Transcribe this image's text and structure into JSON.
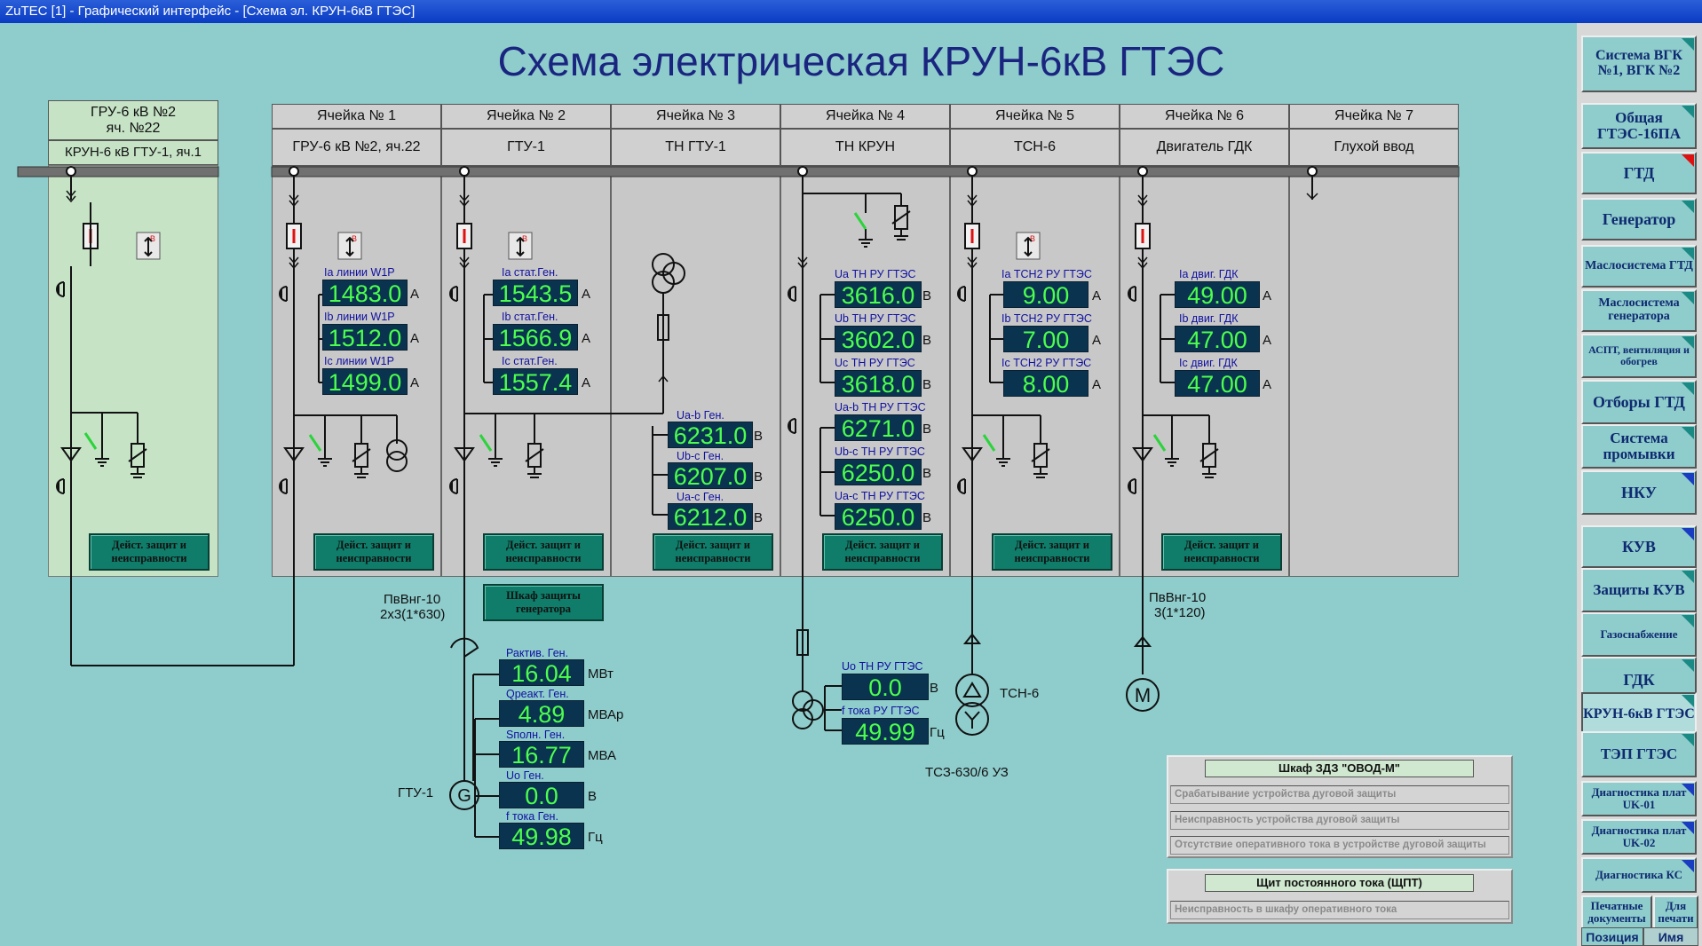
{
  "window": {
    "title": "ZuTEC [1] - Графический интерфейс - [Схема эл. КРУН-6кВ ГТЭС]"
  },
  "main_title": "Схема электрическая КРУН-6кВ ГТЭС",
  "left_cell": {
    "line1": "ГРУ-6 кВ №2",
    "line2": "яч. №22",
    "subtitle": "КРУН-6 кВ ГТУ-1, яч.1",
    "protect_button": "Дейст. защит и неисправности"
  },
  "cells": [
    {
      "header": "Ячейка № 1",
      "name": "ГРУ-6 кВ №2, яч.22"
    },
    {
      "header": "Ячейка № 2",
      "name": "ГТУ-1"
    },
    {
      "header": "Ячейка № 3",
      "name": "ТН ГТУ-1"
    },
    {
      "header": "Ячейка № 4",
      "name": "ТН КРУН"
    },
    {
      "header": "Ячейка № 5",
      "name": "ТСН-6"
    },
    {
      "header": "Ячейка № 6",
      "name": "Двигатель ГДК"
    },
    {
      "header": "Ячейка № 7",
      "name": "Глухой ввод"
    }
  ],
  "protect_button_label": "Дейст. защит и неисправности",
  "gen_protect_button": "Шкаф защиты генератора",
  "cell1": {
    "values": [
      {
        "label": "Ia линии W1P",
        "value": "1483.0",
        "unit": "А"
      },
      {
        "label": "Ib линии W1P",
        "value": "1512.0",
        "unit": "А"
      },
      {
        "label": "Ic линии W1P",
        "value": "1499.0",
        "unit": "А"
      }
    ]
  },
  "cell2": {
    "values": [
      {
        "label": "Ia стат.Ген.",
        "value": "1543.5",
        "unit": "А"
      },
      {
        "label": "Ib стат.Ген.",
        "value": "1566.9",
        "unit": "А"
      },
      {
        "label": "Ic стат.Ген.",
        "value": "1557.4",
        "unit": "А"
      }
    ]
  },
  "cell3": {
    "values": [
      {
        "label": "Ua-b Ген.",
        "value": "6231.0",
        "unit": "В"
      },
      {
        "label": "Ub-c Ген.",
        "value": "6207.0",
        "unit": "В"
      },
      {
        "label": "Ua-c Ген.",
        "value": "6212.0",
        "unit": "В"
      }
    ]
  },
  "cell4": {
    "values": [
      {
        "label": "Ua ТН РУ ГТЭС",
        "value": "3616.0",
        "unit": "В"
      },
      {
        "label": "Ub ТН РУ ГТЭС",
        "value": "3602.0",
        "unit": "В"
      },
      {
        "label": "Uc ТН РУ ГТЭС",
        "value": "3618.0",
        "unit": "В"
      },
      {
        "label": "Ua-b ТН РУ ГТЭС",
        "value": "6271.0",
        "unit": "В"
      },
      {
        "label": "Ub-c ТН РУ ГТЭС",
        "value": "6250.0",
        "unit": "В"
      },
      {
        "label": "Ua-c ТН РУ ГТЭС",
        "value": "6250.0",
        "unit": "В"
      }
    ]
  },
  "cell5": {
    "values": [
      {
        "label": "Ia ТСН2 РУ ГТЭС",
        "value": "9.00",
        "unit": "А"
      },
      {
        "label": "Ib ТСН2 РУ ГТЭС",
        "value": "7.00",
        "unit": "А"
      },
      {
        "label": "Ic ТСН2 РУ ГТЭС",
        "value": "8.00",
        "unit": "А"
      }
    ]
  },
  "cell6": {
    "values": [
      {
        "label": "Ia двиг. ГДК",
        "value": "49.00",
        "unit": "А"
      },
      {
        "label": "Ib двиг. ГДК",
        "value": "47.00",
        "unit": "А"
      },
      {
        "label": "Ic двиг. ГДК",
        "value": "47.00",
        "unit": "А"
      }
    ]
  },
  "generator": {
    "name": "ГТУ-1",
    "symbol": "G",
    "values": [
      {
        "label": "Рактив. Ген.",
        "value": "16.04",
        "unit": "МВт"
      },
      {
        "label": "Qреакт. Ген.",
        "value": "4.89",
        "unit": "МВАр"
      },
      {
        "label": "Sполн. Ген.",
        "value": "16.77",
        "unit": "МВА"
      },
      {
        "label": "Uo Ген.",
        "value": "0.0",
        "unit": "В"
      },
      {
        "label": "f тока Ген.",
        "value": "49.98",
        "unit": "Гц"
      }
    ]
  },
  "tn_ru": {
    "values": [
      {
        "label": "Uo ТН РУ ГТЭС",
        "value": "0.0",
        "unit": "В"
      },
      {
        "label": "f тока РУ ГТЭС",
        "value": "49.99",
        "unit": "Гц"
      }
    ]
  },
  "cable1": {
    "line1": "ПвВнг-10",
    "line2": "2х3(1*630)"
  },
  "cable2": {
    "line1": "ПвВнг-10",
    "line2": "3(1*120)"
  },
  "tsn": {
    "label": "ТСН-6",
    "type": "ТСЗ-630/6 УЗ"
  },
  "motor": {
    "symbol": "М"
  },
  "zdz": {
    "title": "Шкаф ЗДЗ \"ОВОД-М\"",
    "items": [
      "Срабатывание устройства дуговой защиты",
      "Неисправность устройства дуговой защиты",
      "Отсутствие оперативного тока в устройстве дуговой защиты"
    ]
  },
  "shpt": {
    "title": "Щит постоянного тока (ЩПТ)",
    "items": [
      "Неисправность в шкафу оперативного тока"
    ]
  },
  "nav": [
    {
      "label": "Система ВГК №1, ВГК №2",
      "marker": "teal"
    },
    {
      "label": "Общая ГТЭС-16ПА",
      "marker": "teal"
    },
    {
      "label": "ГТД",
      "marker": "red"
    },
    {
      "label": "Генератор",
      "marker": "teal"
    },
    {
      "label": "Маслосистема ГТД",
      "marker": "teal"
    },
    {
      "label": "Маслосистема генератора",
      "marker": "teal"
    },
    {
      "label": "АСПТ, вентиляция и обогрев",
      "marker": "teal"
    },
    {
      "label": "Отборы ГТД",
      "marker": "teal"
    },
    {
      "label": "Система промывки",
      "marker": "teal"
    },
    {
      "label": "НКУ",
      "marker": "blue"
    },
    {
      "label": "КУВ",
      "marker": "blue"
    },
    {
      "label": "Защиты КУВ",
      "marker": "teal"
    },
    {
      "label": "Газоснабжение",
      "marker": "teal"
    },
    {
      "label": "ГДК",
      "marker": "teal"
    },
    {
      "label": "КРУН-6кВ ГТЭС",
      "marker": "teal"
    },
    {
      "label": "ТЭП ГТЭС",
      "marker": "teal"
    },
    {
      "label": "Диагностика плат UK-01",
      "marker": "blue"
    },
    {
      "label": "Диагностика плат UK-02",
      "marker": "blue"
    },
    {
      "label": "Диагностика КС",
      "marker": "blue"
    }
  ],
  "bottom_buttons": {
    "print_docs": "Печатные документы",
    "for_print": "Для печати"
  },
  "tabs": {
    "position": "Позиция",
    "name": "Имя"
  },
  "colors": {
    "background": "#8fcccc",
    "value_bg": "#0a3350",
    "value_fg": "#4cff4c",
    "title": "#1a2580"
  }
}
